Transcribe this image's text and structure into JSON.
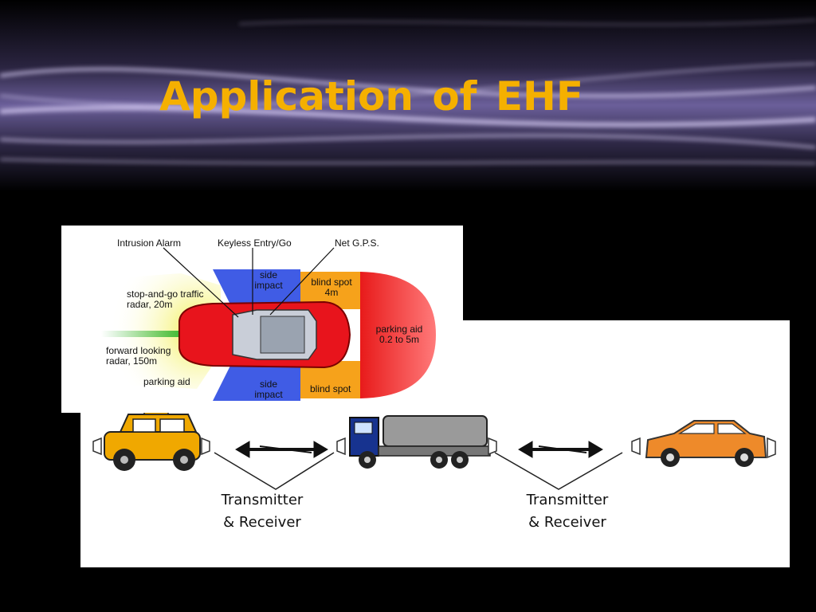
{
  "slide": {
    "title": "Application of EHF"
  },
  "sensor_diagram": {
    "labels": {
      "intrusion_alarm": "Intrusion Alarm",
      "keyless_entry": "Keyless Entry/Go",
      "net_gps": "Net G.P.S.",
      "side_impact_top_1": "side",
      "side_impact_top_2": "impact",
      "blind_spot_top_1": "blind spot",
      "blind_spot_top_2": "4m",
      "stop_and_go_1": "stop-and-go traffic",
      "stop_and_go_2": "radar, 20m",
      "forward_radar_1": "forward looking",
      "forward_radar_2": "radar, 150m",
      "parking_aid_rear_1": "parking aid",
      "parking_aid_rear_2": "0.2 to 5m",
      "parking_aid_front": "parking aid",
      "side_impact_bottom_1": "side",
      "side_impact_bottom_2": "impact",
      "blind_spot_bottom": "blind spot"
    },
    "colors": {
      "car": "#e8141c",
      "front_zone": "#f2ef4a",
      "side_zone": "#1f3fe0",
      "blind_spot_zone": "#f6a21b",
      "rear_zone": "#e81a1a",
      "radar_beam": "#2fb52f"
    }
  },
  "v2v_diagram": {
    "left_label_1": "Transmitter",
    "left_label_2": "& Receiver",
    "right_label_1": "Transmitter",
    "right_label_2": "& Receiver",
    "vehicles": [
      "mini-car",
      "tanker-truck",
      "sedan"
    ],
    "colors": {
      "mini_car": "#f0a800",
      "truck_cab": "#17338f",
      "truck_tank": "#9a9a9a",
      "sedan": "#ee8a2a"
    }
  }
}
